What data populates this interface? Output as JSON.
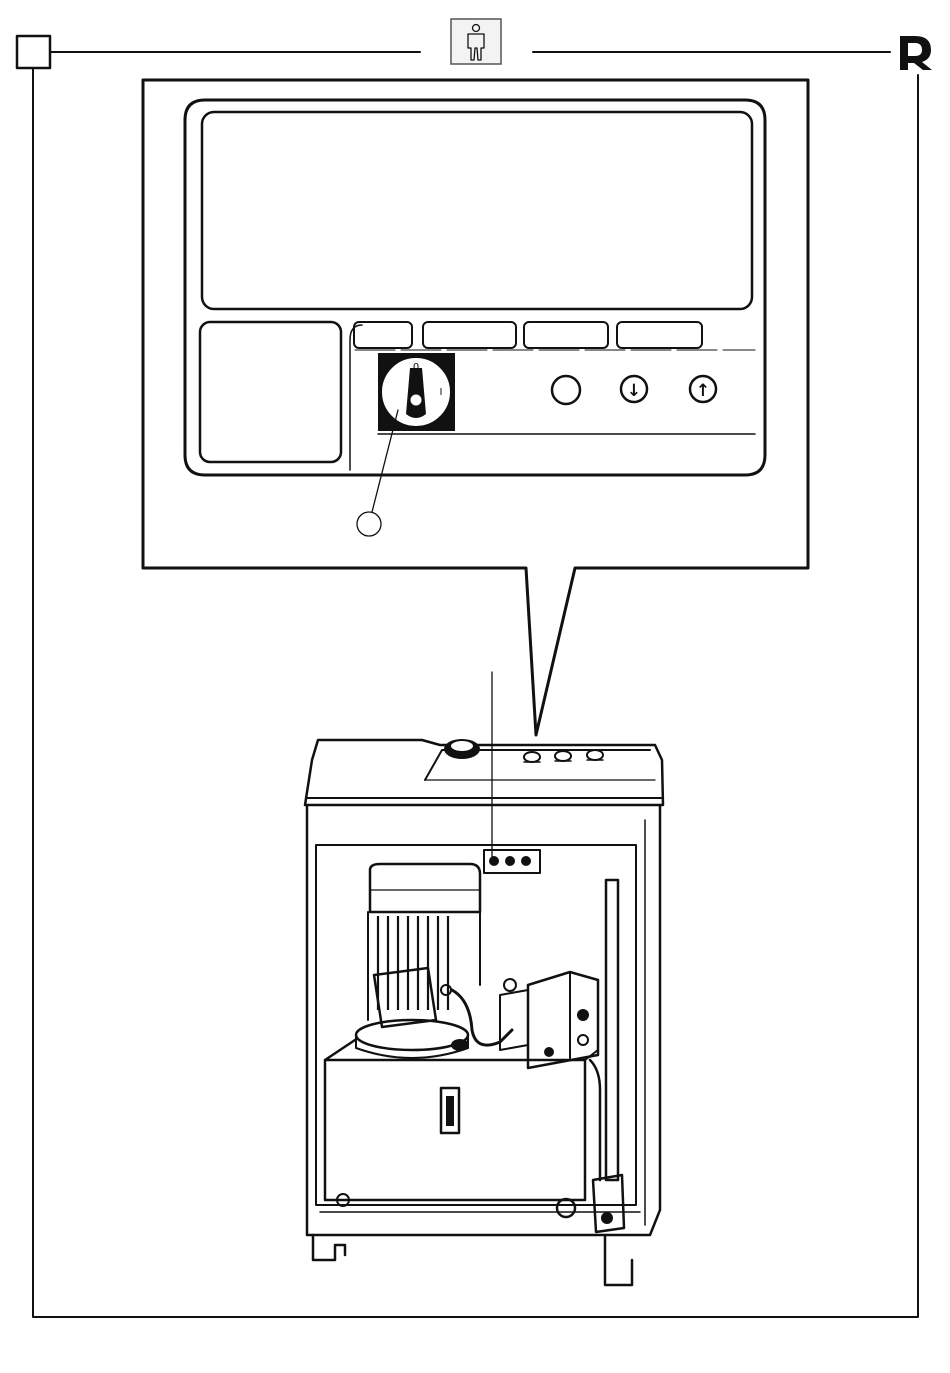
{
  "header": {
    "page_marker_icon": "empty-square-icon",
    "operator_icon": "operator-figure-icon",
    "brand_logo": "r-brand-logo"
  },
  "control_panel": {
    "main_switch": {
      "icon": "rotary-main-switch-icon",
      "positions": [
        "0",
        "I"
      ]
    },
    "buttons": [
      {
        "icon": "blank-round-button-icon",
        "symbol": ""
      },
      {
        "icon": "arrow-down-button-icon",
        "symbol": "↓"
      },
      {
        "icon": "arrow-up-button-icon",
        "symbol": "↑"
      }
    ],
    "callout_icon": "blank-callout-circle-icon"
  },
  "unit": {
    "icon": "hydraulic-power-unit-icon"
  }
}
